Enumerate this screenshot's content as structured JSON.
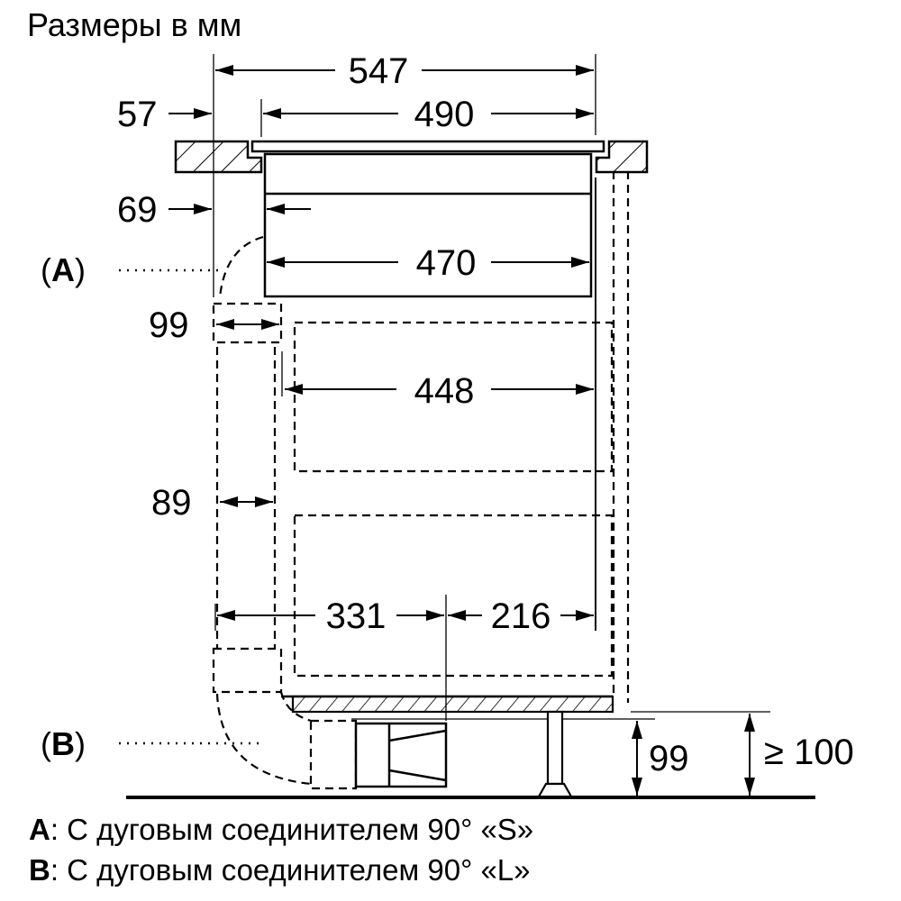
{
  "title": "Размеры в мм",
  "dimensions": {
    "overall_width": "547",
    "top_width": "490",
    "left_offset_top": "57",
    "left_offset_body": "69",
    "body_width": "470",
    "duct_width_top": "99",
    "inner_width": "448",
    "duct_gap": "89",
    "left_part": "331",
    "right_part": "216",
    "plinth_height": "99",
    "min_clearance": "≥ 100"
  },
  "callouts": {
    "a": {
      "open": "(",
      "letter": "A",
      "close": ")"
    },
    "b": {
      "open": "(",
      "letter": "B",
      "close": ")"
    }
  },
  "legend": [
    {
      "key": "A",
      "text": ": С дуговым соединителем 90° «S»"
    },
    {
      "key": "B",
      "text": ": С дуговым соединителем 90° «L»"
    }
  ]
}
